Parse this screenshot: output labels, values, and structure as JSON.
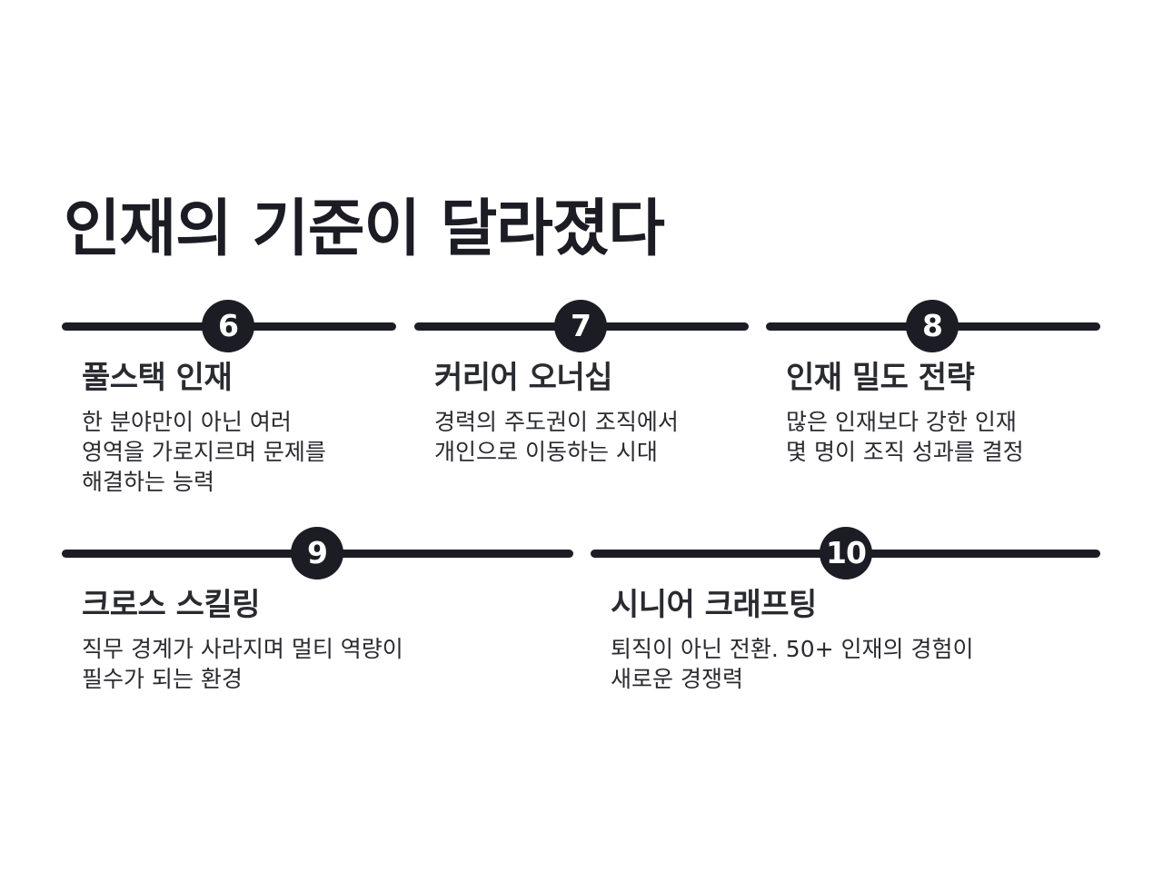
{
  "page": {
    "title": "인재의 기준이 달라졌다"
  },
  "cards": [
    {
      "number": "6",
      "title": "풀스택 인재",
      "lines": [
        "한 분야만이 아닌 여러",
        "영역을 가로지르며 문제를",
        "해결하는 능력"
      ]
    },
    {
      "number": "7",
      "title": "커리어 오너십",
      "lines": [
        "경력의 주도권이 조직에서",
        "개인으로 이동하는 시대"
      ]
    },
    {
      "number": "8",
      "title": "인재 밀도 전략",
      "lines": [
        "많은 인재보다 강한 인재",
        "몇 명이 조직 성과를 결정"
      ]
    },
    {
      "number": "9",
      "title": "크로스 스킬링",
      "lines": [
        "직무 경계가 사라지며 멀티 역량이",
        "필수가 되는 환경"
      ]
    },
    {
      "number": "10",
      "title": "시니어 크래프팅",
      "lines": [
        "퇴직이 아닌 전환. 50+ 인재의 경험이",
        "새로운 경쟁력"
      ]
    }
  ]
}
